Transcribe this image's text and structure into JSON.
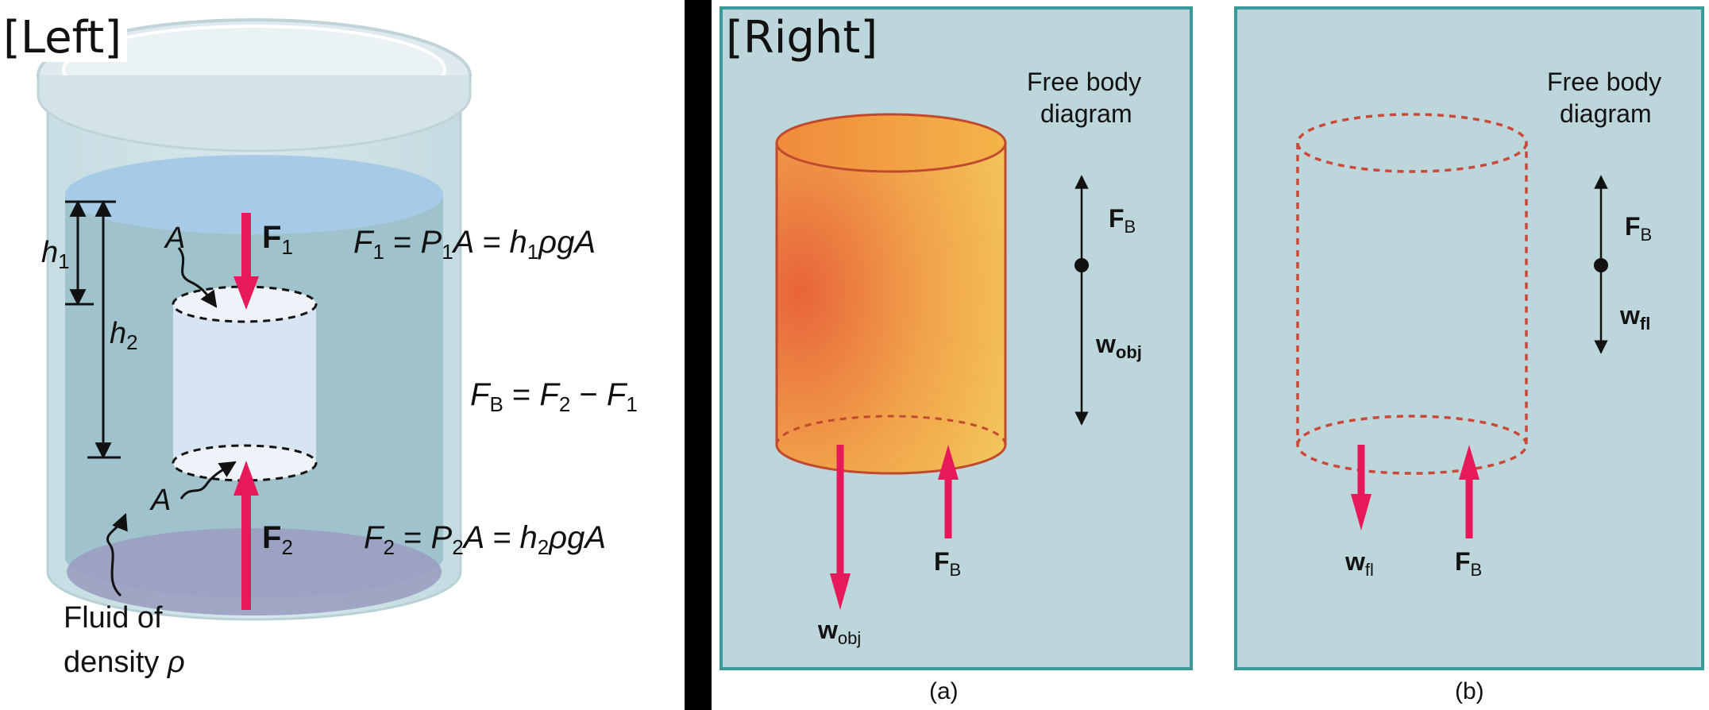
{
  "left": {
    "tag": "[Left]",
    "labels": {
      "h1": "h",
      "h1_sub": "1",
      "h2": "h",
      "h2_sub": "2",
      "A_top": "A",
      "A_bottom": "A",
      "F1": "F",
      "F1_sub": "1",
      "F2": "F",
      "F2_sub": "2",
      "fluid_line1": "Fluid of",
      "fluid_line2": "density ",
      "rho": "ρ"
    },
    "equations": {
      "eq1": {
        "F": "F",
        "F_sub": "1",
        "eq": " = ",
        "P": "P",
        "P_sub": "1",
        "A": "A = ",
        "h": "h",
        "h_sub": "1",
        "rest": "ρgA"
      },
      "eqB": {
        "F": "F",
        "F_sub": "B",
        "eq": " = ",
        "F2": "F",
        "F2_sub": "2",
        "minus": " − ",
        "F1": "F",
        "F1_sub": "1"
      },
      "eq2": {
        "F": "F",
        "F_sub": "2",
        "eq": " = ",
        "P": "P",
        "P_sub": "2",
        "A": "A = ",
        "h": "h",
        "h_sub": "2",
        "rest": "ρgA"
      }
    }
  },
  "right": {
    "tag": "[Right]",
    "panel_a": {
      "heading_line1": "Free body",
      "heading_line2": "diagram",
      "fb_label": "F",
      "fb_sub": "B",
      "w_label": "w",
      "w_sub": "obj",
      "arrow_w": "w",
      "arrow_w_sub": "obj",
      "arrow_fb": "F",
      "arrow_fb_sub": "B",
      "caption": "(a)"
    },
    "panel_b": {
      "heading_line1": "Free body",
      "heading_line2": "diagram",
      "fb_label": "F",
      "fb_sub": "B",
      "w_label": "w",
      "w_sub": "fl",
      "arrow_w": "w",
      "arrow_w_sub": "fl",
      "arrow_fb": "F",
      "arrow_fb_sub": "B",
      "caption": "(b)"
    }
  },
  "colors": {
    "divider": "#000000",
    "panel_bg": "#bdd6db",
    "panel_border": "#3a9a9a",
    "arrow": "#e8195a",
    "object": "#f0a64a",
    "dashed_outline": "#c94a3a"
  }
}
